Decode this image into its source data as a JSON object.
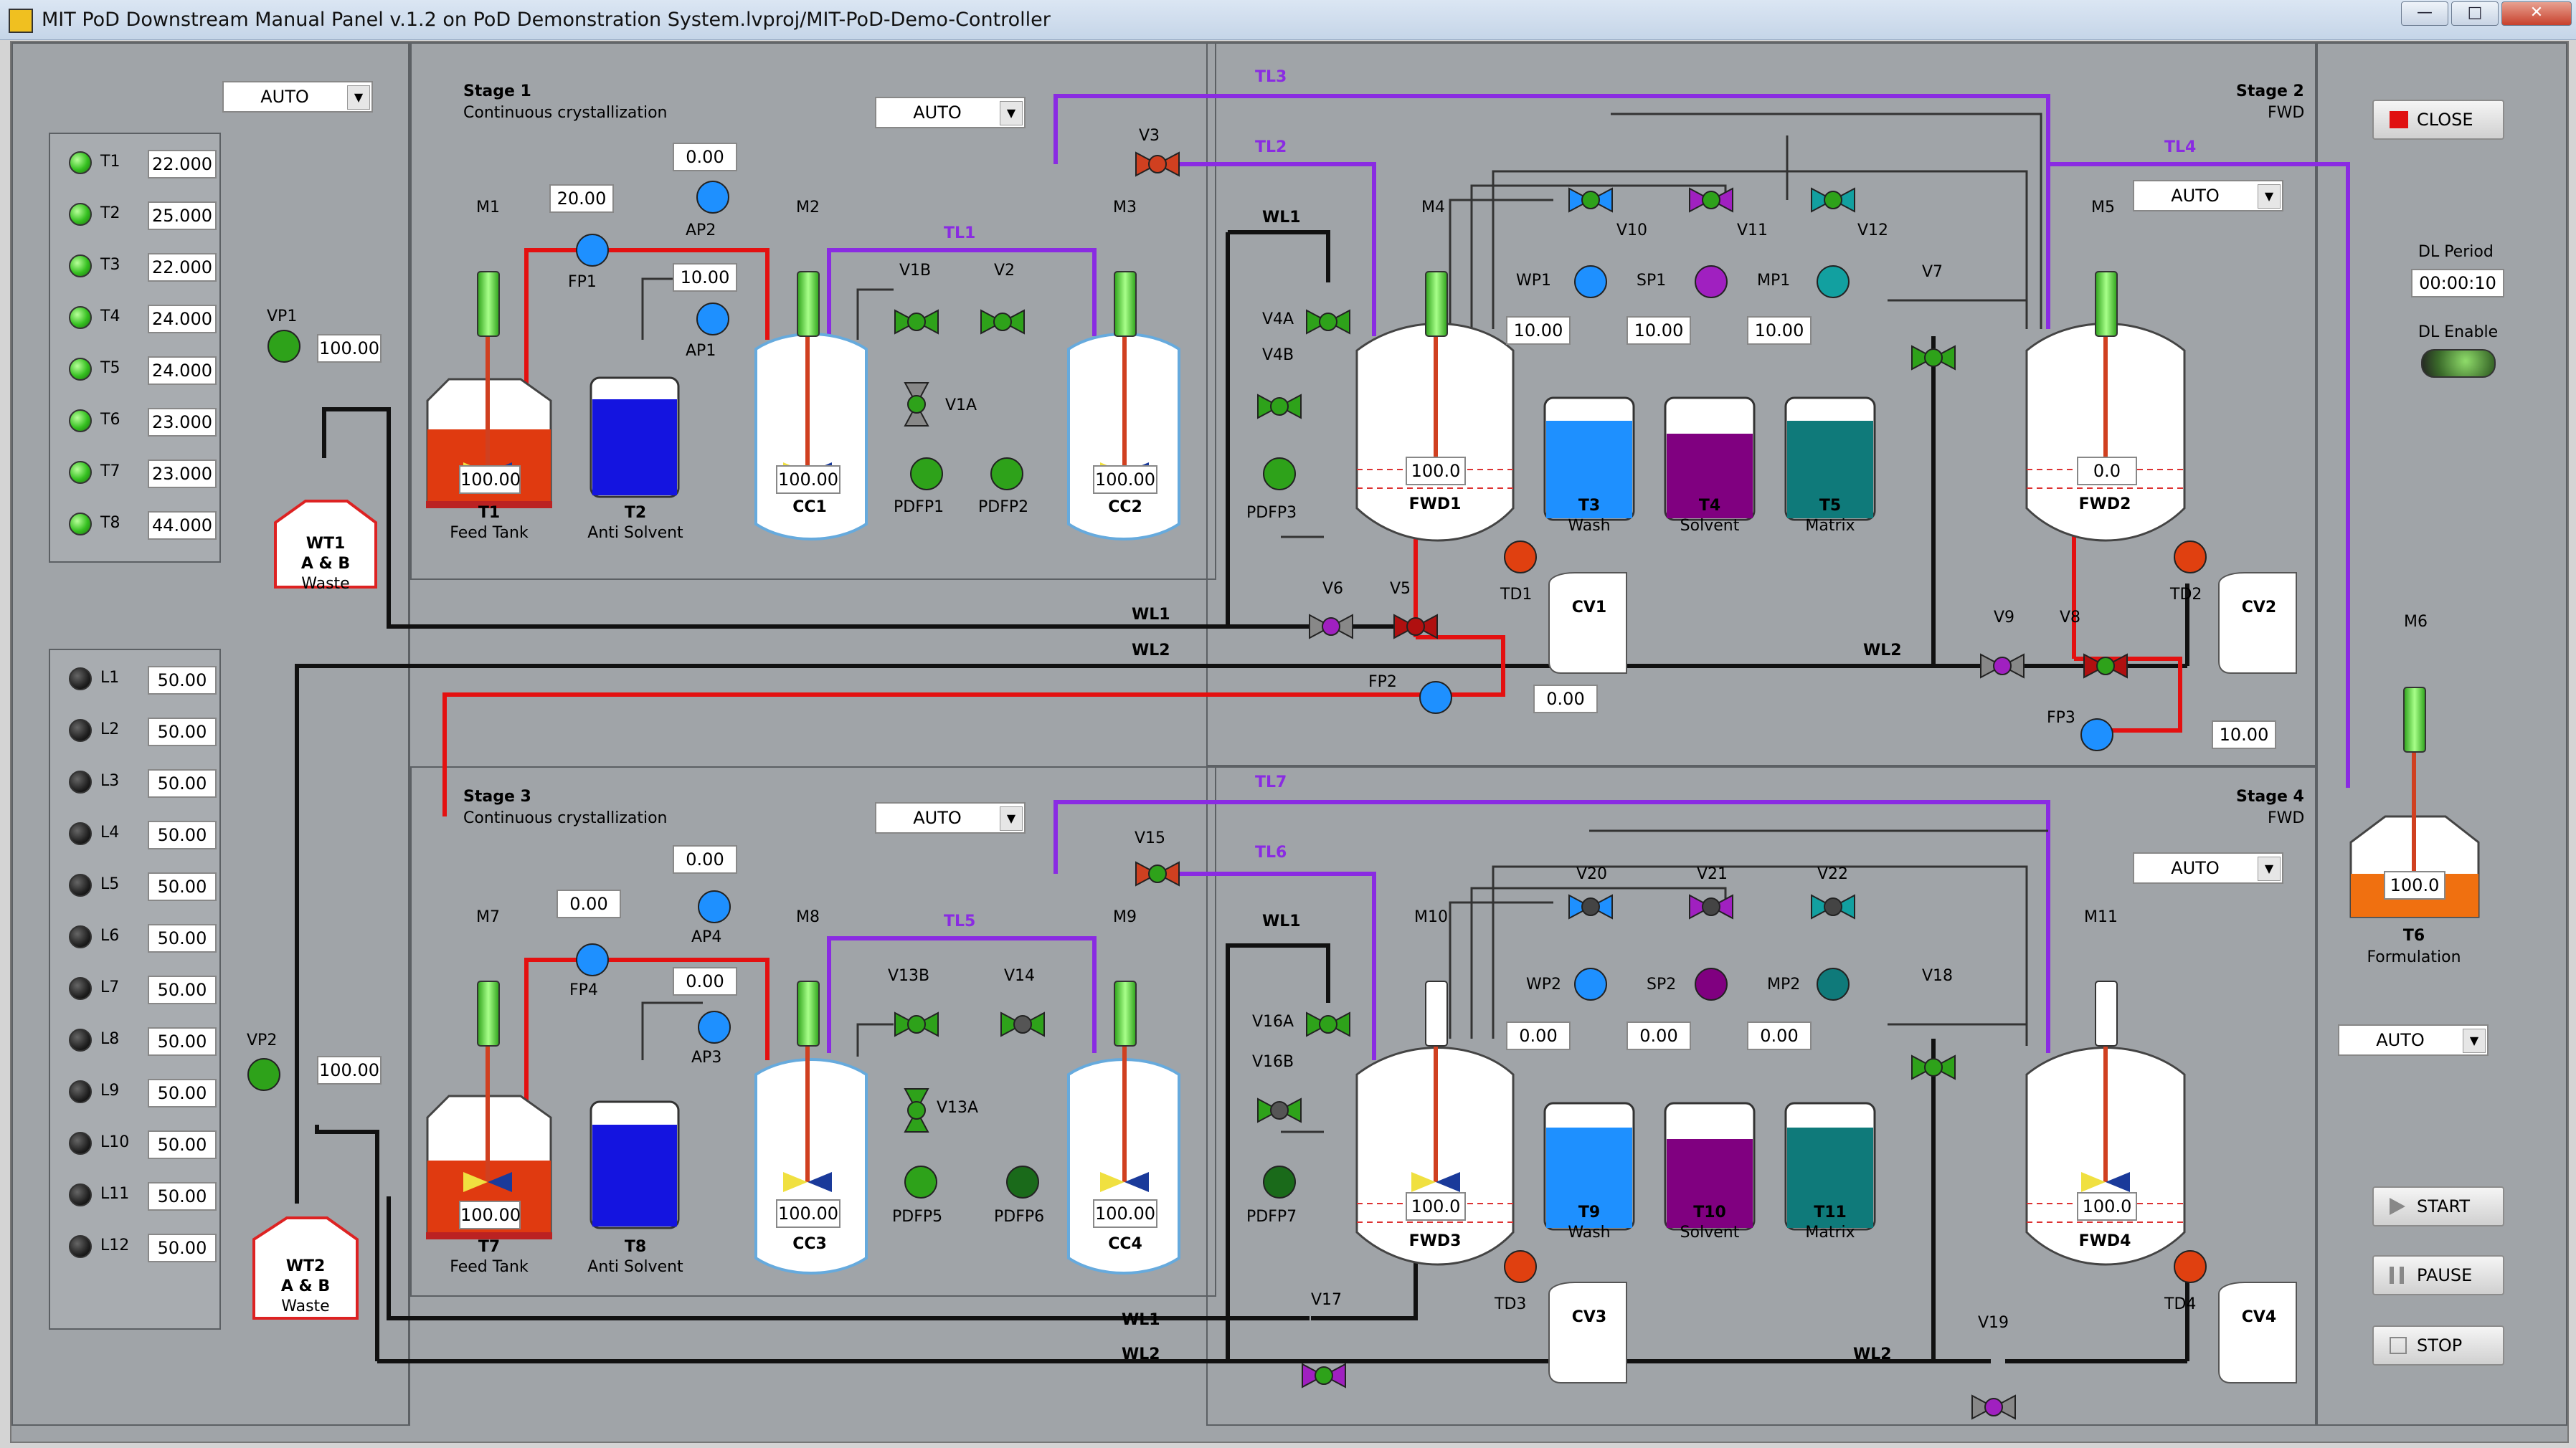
{
  "window": {
    "title": "MIT PoD Downstream Manual Panel v.1.2 on PoD Demonstration System.lvproj/MIT-PoD-Demo-Controller",
    "btn_min": "—",
    "btn_max": "□",
    "btn_close": "✕"
  },
  "left": {
    "mode": "AUTO",
    "temps": [
      {
        "label": "T1",
        "value": "22.000"
      },
      {
        "label": "T2",
        "value": "25.000"
      },
      {
        "label": "T3",
        "value": "22.000"
      },
      {
        "label": "T4",
        "value": "24.000"
      },
      {
        "label": "T5",
        "value": "24.000"
      },
      {
        "label": "T6",
        "value": "23.000"
      },
      {
        "label": "T7",
        "value": "23.000"
      },
      {
        "label": "T8",
        "value": "44.000"
      }
    ],
    "levels": [
      {
        "label": "L1",
        "value": "50.00"
      },
      {
        "label": "L2",
        "value": "50.00"
      },
      {
        "label": "L3",
        "value": "50.00"
      },
      {
        "label": "L4",
        "value": "50.00"
      },
      {
        "label": "L5",
        "value": "50.00"
      },
      {
        "label": "L6",
        "value": "50.00"
      },
      {
        "label": "L7",
        "value": "50.00"
      },
      {
        "label": "L8",
        "value": "50.00"
      },
      {
        "label": "L9",
        "value": "50.00"
      },
      {
        "label": "L10",
        "value": "50.00"
      },
      {
        "label": "L11",
        "value": "50.00"
      },
      {
        "label": "L12",
        "value": "50.00"
      }
    ],
    "vp1": {
      "label": "VP1",
      "value": "100.00"
    },
    "vp2": {
      "label": "VP2",
      "value": "100.00"
    },
    "wt1": {
      "l1": "WT1",
      "l2": "A & B",
      "l3": "Waste"
    },
    "wt2": {
      "l1": "WT2",
      "l2": "A & B",
      "l3": "Waste"
    }
  },
  "stage1": {
    "title": "Stage 1",
    "subtitle": "Continuous crystallization",
    "mode": "AUTO",
    "m1": "M1",
    "m2": "M2",
    "m3": "M3",
    "fp1": {
      "label": "FP1",
      "value": "20.00"
    },
    "ap2": {
      "label": "AP2",
      "value": "0.00"
    },
    "ap1": {
      "label": "AP1",
      "value": "10.00"
    },
    "t1": {
      "name": "T1",
      "desc": "Feed Tank",
      "level": "100.00"
    },
    "t2": {
      "name": "T2",
      "desc": "Anti Solvent"
    },
    "cc1": {
      "name": "CC1",
      "level": "100.00"
    },
    "cc2": {
      "name": "CC2",
      "level": "100.00"
    },
    "tl1": "TL1",
    "v1b": "V1B",
    "v1a": "V1A",
    "v2": "V2",
    "pdfp1": "PDFP1",
    "pdfp2": "PDFP2"
  },
  "stage2": {
    "title": "Stage 2",
    "subtitle": "FWD",
    "mode": "AUTO",
    "tl2": "TL2",
    "tl3": "TL3",
    "tl4": "TL4",
    "v3": "V3",
    "m4": "M4",
    "m5": "M5",
    "wl1": "WL1",
    "v4a": "V4A",
    "v4b": "V4B",
    "pdfp3": "PDFP3",
    "fwd1": {
      "name": "FWD1",
      "level": "100.0"
    },
    "fwd2": {
      "name": "FWD2",
      "level": "0.0"
    },
    "v10": "V10",
    "v11": "V11",
    "v12": "V12",
    "v7": "V7",
    "wp1": {
      "label": "WP1",
      "value": "10.00"
    },
    "sp1": {
      "label": "SP1",
      "value": "10.00"
    },
    "mp1": {
      "label": "MP1",
      "value": "10.00"
    },
    "t3": {
      "name": "T3",
      "desc": "Wash"
    },
    "t4": {
      "name": "T4",
      "desc": "Solvent"
    },
    "t5": {
      "name": "T5",
      "desc": "Matrix"
    },
    "td1": "TD1",
    "cv1": "CV1",
    "td2": "TD2",
    "cv2": "CV2",
    "v6": "V6",
    "v5": "V5",
    "v9": "V9",
    "v8": "V8",
    "wl1b": "WL1",
    "wl2": "WL2",
    "wl2b": "WL2",
    "fp2": {
      "label": "FP2",
      "value": "0.00"
    },
    "fp3": {
      "label": "FP3",
      "value": "10.00"
    }
  },
  "stage3": {
    "title": "Stage 3",
    "subtitle": "Continuous crystallization",
    "mode": "AUTO",
    "m7": "M7",
    "m8": "M8",
    "m9": "M9",
    "fp4": {
      "label": "FP4",
      "value": "0.00"
    },
    "ap4": {
      "label": "AP4",
      "value": "0.00"
    },
    "ap3": {
      "label": "AP3",
      "value": "0.00"
    },
    "t7": {
      "name": "T7",
      "desc": "Feed Tank",
      "level": "100.00"
    },
    "t8": {
      "name": "T8",
      "desc": "Anti Solvent"
    },
    "cc3": {
      "name": "CC3",
      "level": "100.00"
    },
    "cc4": {
      "name": "CC4",
      "level": "100.00"
    },
    "tl5": "TL5",
    "v13b": "V13B",
    "v13a": "V13A",
    "v14": "V14",
    "pdfp5": "PDFP5",
    "pdfp6": "PDFP6"
  },
  "stage4": {
    "title": "Stage 4",
    "subtitle": "FWD",
    "mode": "AUTO",
    "tl6": "TL6",
    "tl7": "TL7",
    "v15": "V15",
    "m10": "M10",
    "m11": "M11",
    "wl1": "WL1",
    "v16a": "V16A",
    "v16b": "V16B",
    "pdfp7": "PDFP7",
    "fwd3": {
      "name": "FWD3",
      "level": "100.0"
    },
    "fwd4": {
      "name": "FWD4",
      "level": "100.0"
    },
    "v20": "V20",
    "v21": "V21",
    "v22": "V22",
    "v18": "V18",
    "wp2": {
      "label": "WP2",
      "value": "0.00"
    },
    "sp2": {
      "label": "SP2",
      "value": "0.00"
    },
    "mp2": {
      "label": "MP2",
      "value": "0.00"
    },
    "t9": {
      "name": "T9",
      "desc": "Wash"
    },
    "t10": {
      "name": "T10",
      "desc": "Solvent"
    },
    "t11": {
      "name": "T11",
      "desc": "Matrix"
    },
    "td3": "TD3",
    "cv3": "CV3",
    "td4": "TD4",
    "cv4": "CV4",
    "v17": "V17",
    "v19": "V19",
    "wl1b": "WL1",
    "wl2": "WL2",
    "wl2b": "WL2"
  },
  "right": {
    "close": "CLOSE",
    "dl_period_label": "DL Period",
    "dl_period": "00:00:10",
    "dl_enable": "DL Enable",
    "m6": "M6",
    "t6": {
      "name": "T6",
      "desc": "Formulation",
      "level": "100.0"
    },
    "mode": "AUTO",
    "start": "START",
    "pause": "PAUSE",
    "stop": "STOP"
  },
  "colors": {
    "red_line": "#e41010",
    "purple_line": "#8a2be2",
    "tl_label": "#8a2be2",
    "led_green": "#35c020"
  }
}
